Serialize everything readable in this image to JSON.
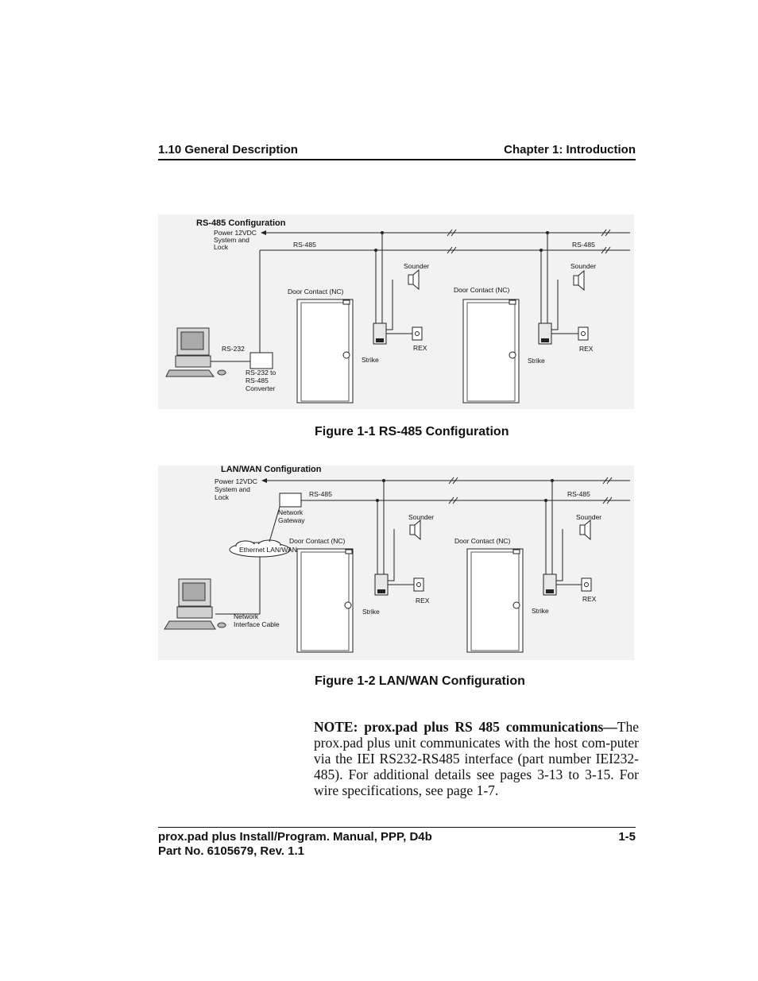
{
  "header": {
    "left": "1.10 General Description",
    "right": "Chapter 1: Introduction"
  },
  "figure1": {
    "title": "RS-485 Configuration",
    "power_label": [
      "Power 12VDC",
      "System and",
      "Lock"
    ],
    "rs485_left": "RS-485",
    "rs485_right": "RS-485",
    "rs232": "RS-232",
    "converter_label": [
      "RS-232 to",
      "RS-485",
      "Converter"
    ],
    "door_contact": "Door Contact (NC)",
    "sounder": "Sounder",
    "rex": "REX",
    "strike": "Strike",
    "caption": "Figure 1-1  RS-485 Configuration"
  },
  "figure2": {
    "title": "LAN/WAN Configuration",
    "power_label": [
      "Power 12VDC",
      "System and",
      "Lock"
    ],
    "rs485_left": "RS-485",
    "rs485_right": "RS-485",
    "gateway_label": [
      "Network",
      "Gateway"
    ],
    "cloud_label": "Ethernet LAN/WAN",
    "cable_label": [
      "Network",
      "Interface Cable"
    ],
    "door_contact": "Door Contact (NC)",
    "sounder": "Sounder",
    "rex": "REX",
    "strike": "Strike",
    "caption": "Figure 1-2  LAN/WAN Configuration"
  },
  "note": {
    "lead": "NOTE: prox.pad plus RS 485 communications—",
    "body": "The prox.pad plus unit communicates with the host com-puter via the IEI RS232-RS485 interface (part number IEI232-485). For additional details see pages 3-13 to 3-15. For wire specifications, see page 1-7."
  },
  "footer": {
    "line1": "prox.pad plus Install/Program. Manual, PPP, D4b",
    "line2": "Part No. 6105679, Rev. 1.1",
    "page": "1-5"
  }
}
